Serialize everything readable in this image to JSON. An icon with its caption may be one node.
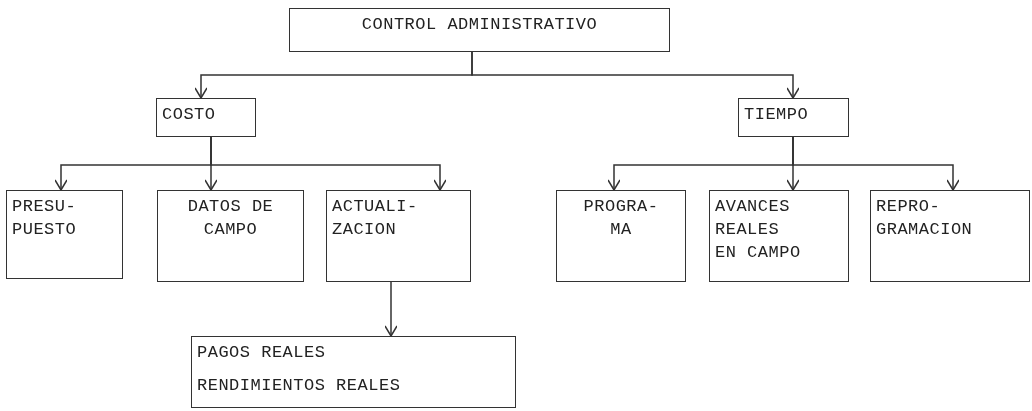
{
  "diagram": {
    "nodes": [
      {
        "text": [
          "CONTROL ADMINISTRATIVO"
        ]
      },
      {
        "text": [
          "COSTO"
        ]
      },
      {
        "text": [
          "TIEMPO"
        ]
      },
      {
        "text": [
          "PRESU- PUESTO"
        ]
      },
      {
        "text": [
          "DATOS DE CAMPO"
        ]
      },
      {
        "text": [
          "ACTUALI- ZACION"
        ]
      },
      {
        "text": [
          "PAGOS REALES",
          "RENDIMIENTOS REALES"
        ]
      },
      {
        "text": [
          "PROGRA- MA"
        ]
      },
      {
        "text": [
          "AVANCES REALES EN CAMPO"
        ]
      },
      {
        "text": [
          "REPRO- GRAMACION"
        ]
      }
    ],
    "edges": [
      {
        "from": 0,
        "to": 1,
        "arrow": "to"
      },
      {
        "from": 0,
        "to": 2,
        "arrow": "to"
      },
      {
        "from": 1,
        "to": 3,
        "arrow": "to"
      },
      {
        "from": 1,
        "to": 4,
        "arrow": "to"
      },
      {
        "from": 1,
        "to": 5,
        "arrow": "to"
      },
      {
        "from": 5,
        "to": 6,
        "arrow": "to"
      },
      {
        "from": 2,
        "to": 7,
        "arrow": "to"
      },
      {
        "from": 2,
        "to": 8,
        "arrow": "to"
      },
      {
        "from": 2,
        "to": 9,
        "arrow": "to"
      }
    ]
  }
}
